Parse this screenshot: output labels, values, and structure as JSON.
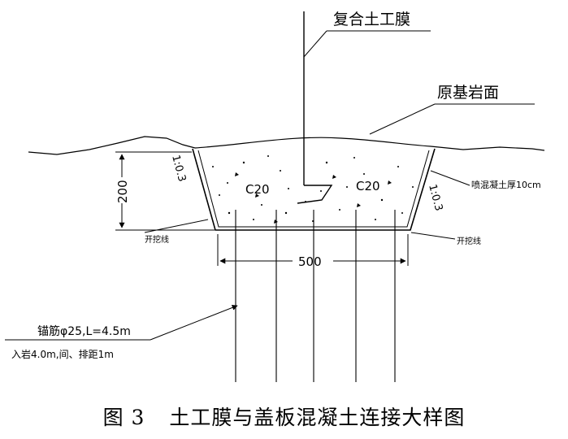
{
  "labels": {
    "composite_geomembrane": "复合土工膜",
    "bedrock_surface": "原基岩面",
    "concrete_left": "C20",
    "concrete_right": "C20",
    "depth_dim": "200",
    "width_dim": "500",
    "slope_left": "1:0.3",
    "slope_right": "1:0.3",
    "excavation_line_left": "开挖线",
    "excavation_line_right": "开挖线",
    "spray_concrete": "喷混凝土厚10cm",
    "anchor_bar": "锚筋φ25,L=4.5m",
    "anchor_spec": "入岩4.0m,间、排距1m"
  },
  "caption": {
    "figure_no": "图 3",
    "title": "土工膜与盖板混凝土连接大样图"
  }
}
